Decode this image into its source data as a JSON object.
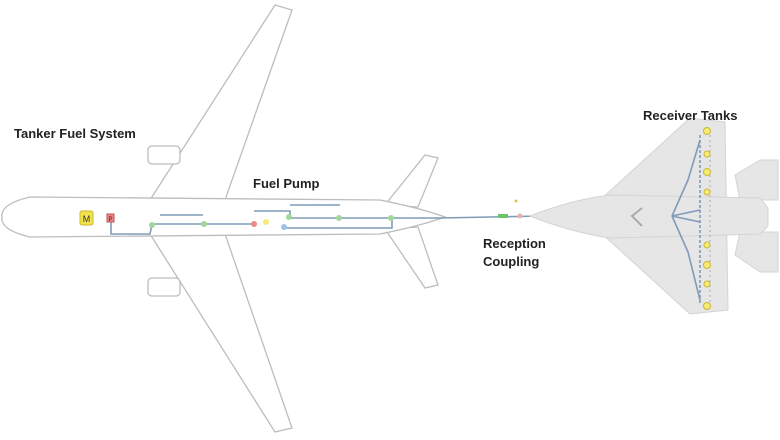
{
  "labels": {
    "tanker": "Tanker Fuel System",
    "pump": "Fuel Pump",
    "coupling_line1": "Reception",
    "coupling_line2": "Coupling",
    "receiver": "Receiver Tanks"
  },
  "components": {
    "motor": "M",
    "pump": "P"
  },
  "colors": {
    "motor": "#f2e34c",
    "pump": "#e88a8a",
    "valve": "#9fd89a",
    "tank": "#f5ea7a",
    "pipe": "#7f9bb8"
  }
}
